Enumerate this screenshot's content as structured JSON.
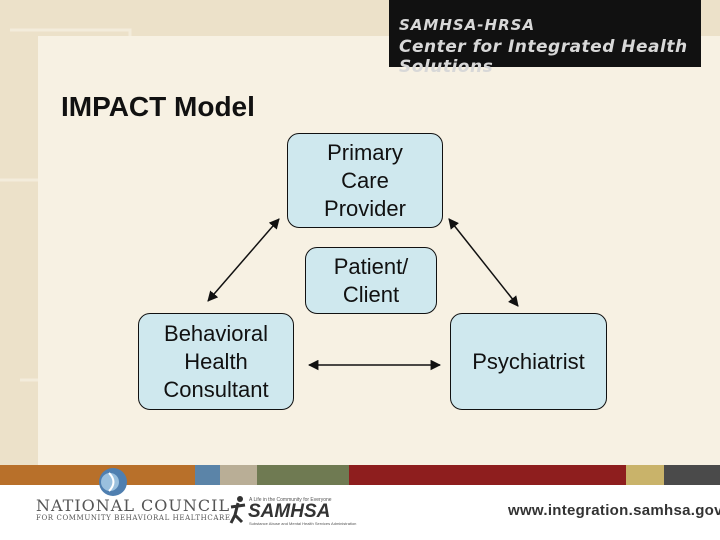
{
  "header": {
    "brand_line1": "SAMHSA-HRSA",
    "brand_line2": "Center for Integrated Health Solutions"
  },
  "slide": {
    "title": "IMPACT Model"
  },
  "diagram": {
    "nodes": [
      {
        "id": "pcp",
        "label": "Primary\nCare\nProvider"
      },
      {
        "id": "patient",
        "label": "Patient/\nClient"
      },
      {
        "id": "bhc",
        "label": "Behavioral\nHealth\nConsultant"
      },
      {
        "id": "psychiatrist",
        "label": "Psychiatrist"
      }
    ],
    "edges": [
      {
        "from": "pcp",
        "to": "bhc",
        "direction": "both"
      },
      {
        "from": "pcp",
        "to": "psychiatrist",
        "direction": "both"
      },
      {
        "from": "bhc",
        "to": "psychiatrist",
        "direction": "both"
      }
    ]
  },
  "footer": {
    "nc_name": "NATIONAL COUNCIL",
    "nc_sub": "FOR COMMUNITY BEHAVIORAL HEALTHCARE",
    "samhsa_tagline": "A Life in the Community for Everyone",
    "samhsa_name": "SAMHSA",
    "samhsa_sub": "Substance Abuse and Mental Health Services Administration",
    "url": "www.integration.samhsa.gov"
  },
  "colors": {
    "node_fill": "#cfe8ee",
    "background": "#ece1c9",
    "strip": [
      "#b8702a",
      "#5b84a8",
      "#b9ae96",
      "#6f7a52",
      "#8e1e1e",
      "#c9b36a",
      "#4a4a4a"
    ]
  }
}
